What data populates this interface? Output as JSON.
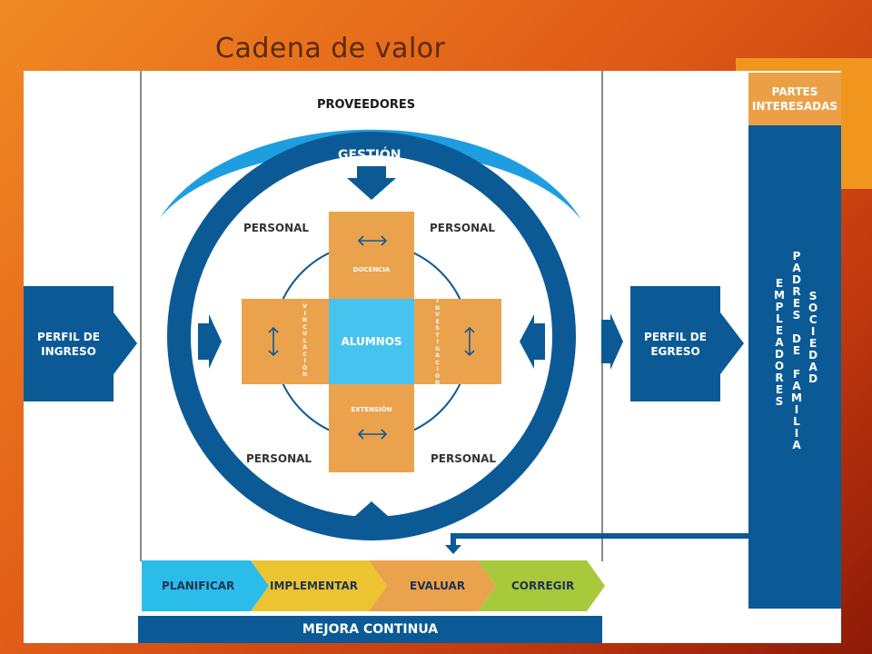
{
  "title": "Cadena de valor",
  "proveedores": "PROVEEDORES",
  "gestion": "GESTIÓN",
  "personal": [
    "PERSONAL",
    "PERSONAL",
    "PERSONAL",
    "PERSONAL"
  ],
  "alumnos": "ALUMNOS",
  "docencia": "DOCENCIA",
  "extension": "EXTENSIÓN",
  "vinculacion_letters": [
    "V",
    "I",
    "N",
    "C",
    "U",
    "L",
    "A",
    "C",
    "I",
    "Ó",
    "N"
  ],
  "investigacion_letters": [
    "I",
    "N",
    "V",
    "E",
    "S",
    "T",
    "I",
    "G",
    "A",
    "C",
    "I",
    "Ó",
    "N"
  ],
  "perfil_ingreso": [
    "PERFIL DE",
    "INGRESO"
  ],
  "perfil_egreso": [
    "PERFIL DE",
    "EGRESO"
  ],
  "partes_interesadas": [
    "PARTES",
    "INTERESADAS"
  ],
  "empleadores_letters": [
    "E",
    "M",
    "P",
    "L",
    "E",
    "A",
    "D",
    "O",
    "R",
    "E",
    "S"
  ],
  "padres_letters": [
    "P",
    "A",
    "D",
    "R",
    "E",
    "S",
    " ",
    "D",
    "E",
    " ",
    "F",
    "A",
    "M",
    "I",
    "L",
    "I",
    "A"
  ],
  "sociedad_letters": [
    "S",
    "O",
    "C",
    "I",
    "E",
    "D",
    "A",
    "D"
  ],
  "pdca": {
    "planificar": "PLANIFICAR",
    "implementar": "IMPLEMENTAR",
    "evaluar": "EVALUAR",
    "corregir": "CORREGIR"
  },
  "mejora": "MEJORA CONTINUA",
  "colors": {
    "blue": "#0b5a96",
    "light_blue": "#47c3ef",
    "orange_box": "#eba24c",
    "cyan_step": "#2bbdea",
    "yellow_step": "#ecc431",
    "orange_step": "#eba24c",
    "green_step": "#a7c93b"
  }
}
